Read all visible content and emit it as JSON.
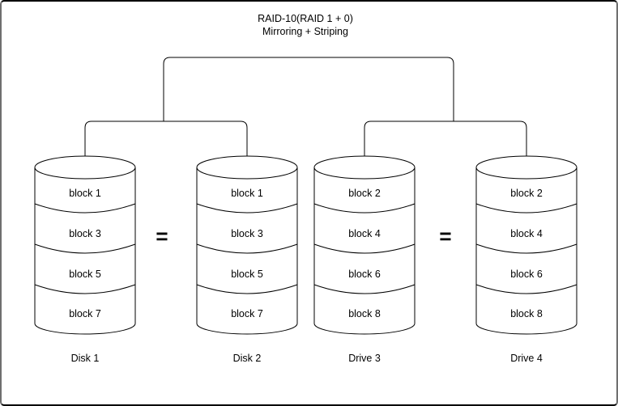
{
  "title": {
    "line1": "RAID-10(RAID 1 + 0)",
    "line2": "Mirroring + Striping"
  },
  "equals_symbol": "=",
  "disks": [
    {
      "label": "Disk 1",
      "blocks": [
        "block 1",
        "block 3",
        "block 5",
        "block 7"
      ]
    },
    {
      "label": "Disk 2",
      "blocks": [
        "block 1",
        "block 3",
        "block 5",
        "block 7"
      ]
    },
    {
      "label": "Drive 3",
      "blocks": [
        "block 2",
        "block 4",
        "block 6",
        "block 8"
      ]
    },
    {
      "label": "Drive 4",
      "blocks": [
        "block 2",
        "block 4",
        "block 6",
        "block 8"
      ]
    }
  ],
  "colors": {
    "line": "#000000",
    "background": "#ffffff"
  }
}
